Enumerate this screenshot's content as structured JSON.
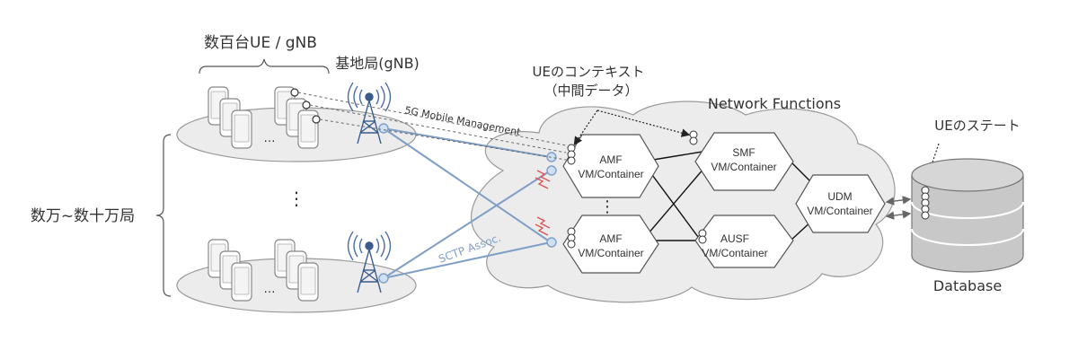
{
  "labels": {
    "ue_gnb_count": "数百台UE / gNB",
    "base_station": "基地局(gNB)",
    "station_count": "数万~数十万局",
    "mobile_mgmt": "5G Mobile Management",
    "sctp": "SCTP Assoc.",
    "ue_context": "UEのコンテキスト",
    "intermediate_data": "（中間データ）",
    "network_functions": "Network Functions",
    "ue_state": "UEのステート",
    "database": "Database",
    "ellipsis_h": "…",
    "ellipsis_v": "⋮"
  },
  "nfs": {
    "amf_top_name": "AMF",
    "amf_top_type": "VM/Container",
    "amf_bottom_name": "AMF",
    "amf_bottom_type": "VM/Container",
    "smf_name": "SMF",
    "smf_type": "VM/Container",
    "ausf_name": "AUSF",
    "ausf_type": "VM/Container",
    "udm_name": "UDM",
    "udm_type": "VM/Container"
  },
  "colors": {
    "sctp_link": "#7f9fc6",
    "cloud_fill": "#ececec",
    "cloud_stroke": "#9a9a9a",
    "db_fill": "#c8c8c8",
    "tower": "#3a5b8c",
    "antenna_wave": "#4a6fa5",
    "signal": "#e05050"
  }
}
